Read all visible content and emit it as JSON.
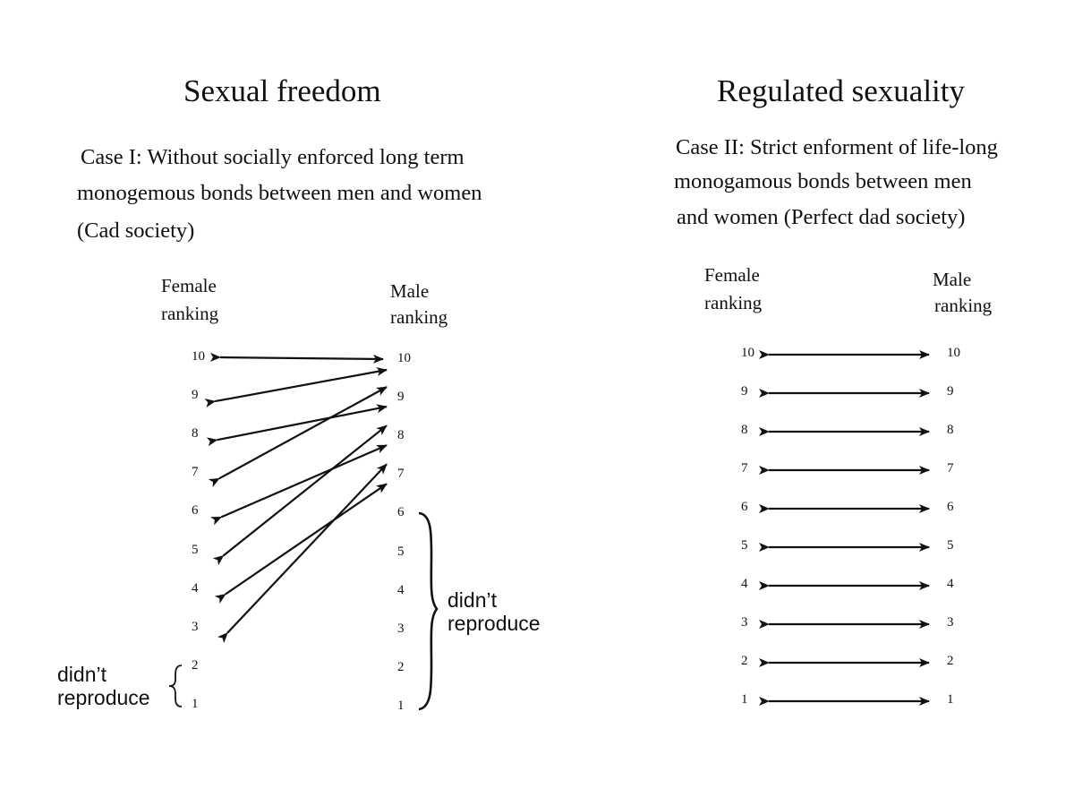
{
  "left": {
    "title": "Sexual freedom",
    "case_lines": [
      "Case I: Without socially enforced long term",
      "monogemous bonds between men and women",
      "(Cad society)"
    ],
    "female_heading": [
      "Female",
      "ranking"
    ],
    "male_heading": [
      "Male",
      "ranking"
    ],
    "female_ranks": [
      "10",
      "9",
      "8",
      "7",
      "6",
      "5",
      "4",
      "3",
      "2",
      "1"
    ],
    "male_ranks": [
      "10",
      "9",
      "8",
      "7",
      "6",
      "5",
      "4",
      "3",
      "2",
      "1"
    ],
    "female_note": [
      "didn’t",
      "reproduce"
    ],
    "male_note": [
      "didn’t",
      "reproduce"
    ],
    "pairings": [
      {
        "female": 10,
        "male": 10
      },
      {
        "female": 9,
        "male": 10
      },
      {
        "female": 8,
        "male": 9
      },
      {
        "female": 7,
        "male": 9
      },
      {
        "female": 6,
        "male": 8
      },
      {
        "female": 5,
        "male": 8
      },
      {
        "female": 4,
        "male": 7
      },
      {
        "female": 3,
        "male": 7
      }
    ],
    "female_not_reproducing": [
      2,
      1
    ],
    "male_not_reproducing": [
      6,
      5,
      4,
      3,
      2,
      1
    ]
  },
  "right": {
    "title": "Regulated sexuality",
    "case_lines": [
      "Case II: Strict enforment of life-long",
      "monogamous bonds between men",
      "and women (Perfect dad society)"
    ],
    "female_heading": [
      "Female",
      "ranking"
    ],
    "male_heading": [
      "Male",
      "ranking"
    ],
    "female_ranks": [
      "10",
      "9",
      "8",
      "7",
      "6",
      "5",
      "4",
      "3",
      "2",
      "1"
    ],
    "male_ranks": [
      "10",
      "9",
      "8",
      "7",
      "6",
      "5",
      "4",
      "3",
      "2",
      "1"
    ],
    "pairings": [
      {
        "female": 10,
        "male": 10
      },
      {
        "female": 9,
        "male": 9
      },
      {
        "female": 8,
        "male": 8
      },
      {
        "female": 7,
        "male": 7
      },
      {
        "female": 6,
        "male": 6
      },
      {
        "female": 5,
        "male": 5
      },
      {
        "female": 4,
        "male": 4
      },
      {
        "female": 3,
        "male": 3
      },
      {
        "female": 2,
        "male": 2
      },
      {
        "female": 1,
        "male": 1
      }
    ]
  }
}
